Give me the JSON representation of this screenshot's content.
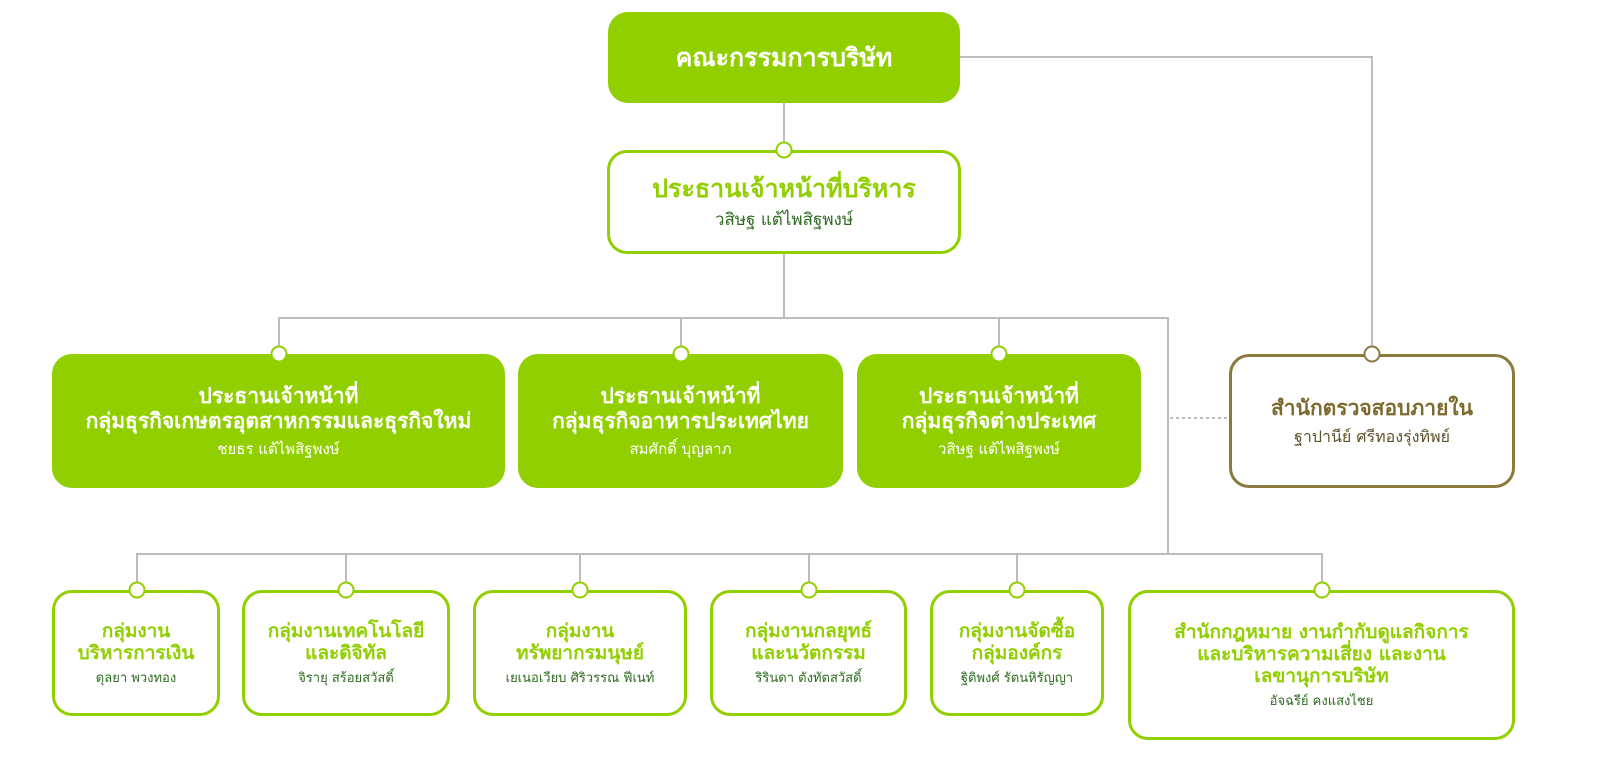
{
  "colors": {
    "green": "#92cf00",
    "green_dark_text": "#2f6b20",
    "brown": "#8a7a3e",
    "connector": "#bdbdbd"
  },
  "board": {
    "title": "คณะกรรมการบริษัท"
  },
  "ceo": {
    "title": "ประธานเจ้าหน้าที่บริหาร",
    "name": "วสิษฐ แต้ไพสิฐพงษ์"
  },
  "audit": {
    "title": "สำนักตรวจสอบภายใน",
    "name": "ฐาปานีย์ ศรีทองรุ่งทิพย์"
  },
  "business_groups": [
    {
      "line1": "ประธานเจ้าหน้าที่",
      "line2": "กลุ่มธุรกิจเกษตรอุตสาหกรรมและธุรกิจใหม่",
      "name": "ชยธร แต้ไพสิฐพงษ์"
    },
    {
      "line1": "ประธานเจ้าหน้าที่",
      "line2": "กลุ่มธุรกิจอาหารประเทศไทย",
      "name": "สมศักดิ์ บุญลาภ"
    },
    {
      "line1": "ประธานเจ้าหน้าที่",
      "line2": "กลุ่มธุรกิจต่างประเทศ",
      "name": "วสิษฐ แต้ไพสิฐพงษ์"
    }
  ],
  "function_groups": [
    {
      "line1": "กลุ่มงาน",
      "line2": "บริหารการเงิน",
      "name": "ดุลยา พวงทอง"
    },
    {
      "line1": "กลุ่มงานเทคโนโลยี",
      "line2": "และดิจิทัล",
      "name": "จิรายุ สร้อยสวัสดิ์"
    },
    {
      "line1": "กลุ่มงาน",
      "line2": "ทรัพยากรมนุษย์",
      "name": "เยเนอเวียบ ศิริวรรณ ฟีเนท์"
    },
    {
      "line1": "กลุ่มงานกลยุทธ์",
      "line2": "และนวัตกรรม",
      "name": "ริรินดา ตังทัตสวัสดิ์"
    },
    {
      "line1": "กลุ่มงานจัดซื้อ",
      "line2": "กลุ่มองค์กร",
      "name": "ฐิติพงศ์ รัตนหิรัญญา"
    },
    {
      "line1": "สำนักกฎหมาย งานกำกับดูแลกิจการ",
      "line2": "และบริหารความเสี่ยง และงาน",
      "line3": "เลขานุการบริษัท",
      "name": "อัจฉรีย์ คงแสงไชย"
    }
  ]
}
